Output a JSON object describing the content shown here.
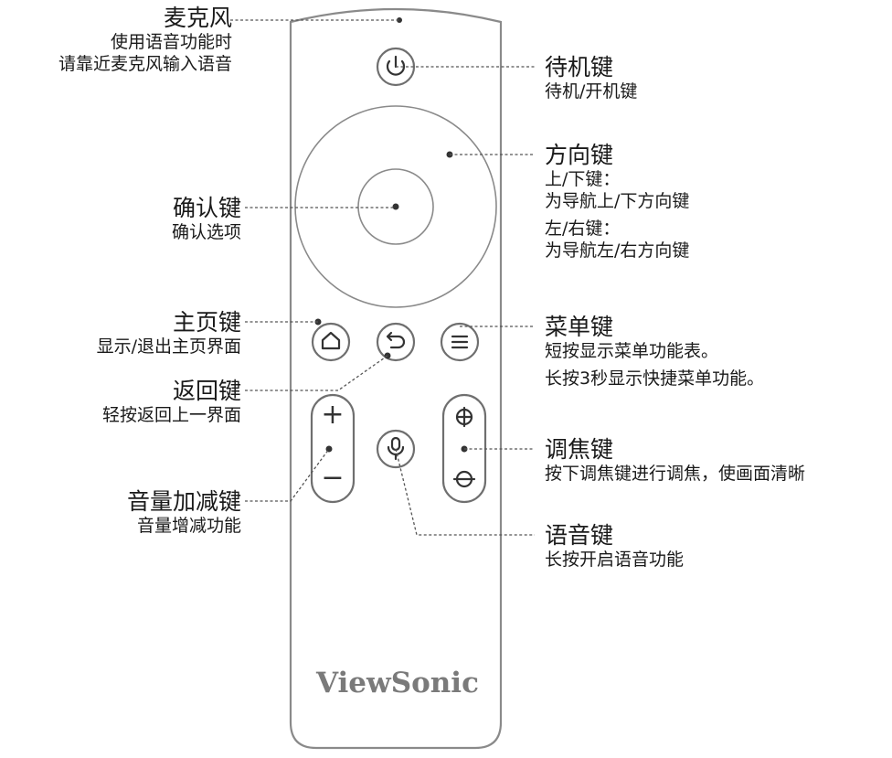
{
  "remote": {
    "brand": "ViewSonic",
    "volume_plus": "+",
    "volume_minus": "−"
  },
  "labels": {
    "mic": {
      "title": "麦克风",
      "lines": [
        "使用语音功能时",
        "请靠近麦克风输入语音"
      ]
    },
    "standby": {
      "title": "待机键",
      "lines": [
        "待机/开机键"
      ]
    },
    "direction": {
      "title": "方向键",
      "lines": [
        "上/下键：",
        "为导航上/下方向键",
        "左/右键：",
        "为导航左/右方向键"
      ]
    },
    "confirm": {
      "title": "确认键",
      "lines": [
        "确认选项"
      ]
    },
    "home": {
      "title": "主页键",
      "lines": [
        "显示/退出主页界面"
      ]
    },
    "menu": {
      "title": "菜单键",
      "lines": [
        "短按显示菜单功能表。",
        "长按3秒显示快捷菜单功能。"
      ]
    },
    "back": {
      "title": "返回键",
      "lines": [
        "轻按返回上一界面"
      ]
    },
    "focus": {
      "title": "调焦键",
      "lines": [
        "按下调焦键进行调焦，使画面清晰"
      ]
    },
    "volume": {
      "title": "音量加减键",
      "lines": [
        "音量增减功能"
      ]
    },
    "voice": {
      "title": "语音键",
      "lines": [
        "长按开启语音功能"
      ]
    }
  }
}
